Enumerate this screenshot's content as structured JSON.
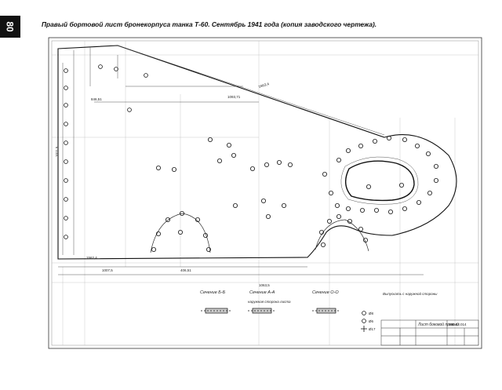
{
  "page": {
    "number": "80",
    "caption": "Правый бортовой лист бронекорпуса танка Т-60. Сентябрь 1941 года (копия заводского чертежа)."
  },
  "drawing": {
    "section_labels": [
      "Сечение Б-Б",
      "Сечение А-А",
      "Сечение О-О"
    ],
    "dimensions": [
      "1663,4",
      "1562,4",
      "1063,5",
      "1093,71",
      "1011,5",
      "846,51",
      "1007,5",
      "406,51"
    ],
    "notes": [
      "наружная сторона листа",
      "Выпускать с наружной стороны"
    ],
    "legend": [
      "Ø8",
      "Ø6",
      "Ø17"
    ],
    "title_block": {
      "name": "Лист боковой правый",
      "code": "060.03.014"
    }
  }
}
